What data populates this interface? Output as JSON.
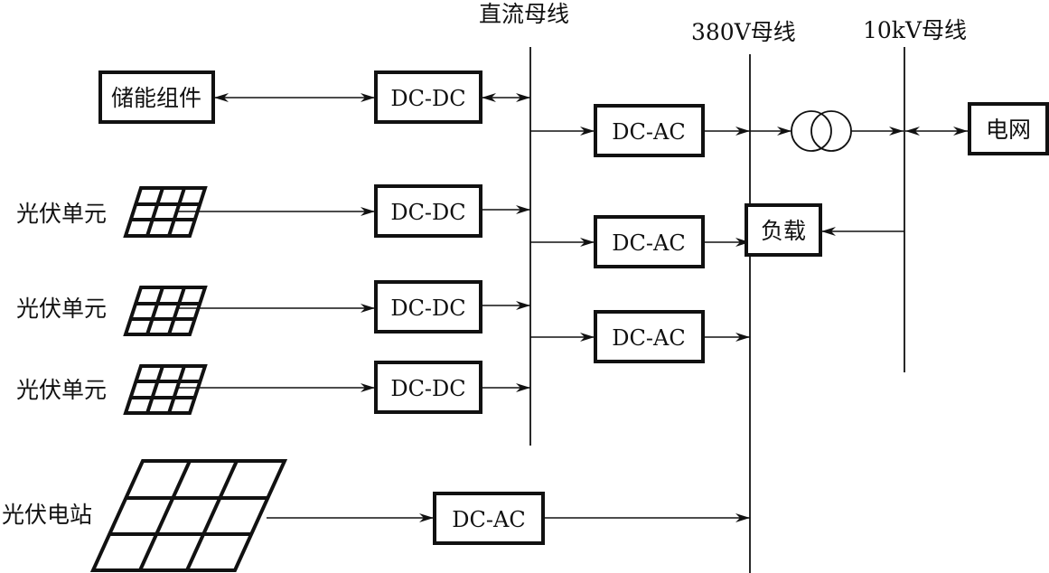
{
  "diagram": {
    "type": "power-system-block-diagram",
    "buses": {
      "dc": "直流母线",
      "ac380": "380V母线",
      "kv10": "10kV母线"
    },
    "storage": {
      "label": "储能组件",
      "converter": "DC-DC",
      "flow": "bidirectional"
    },
    "pv_units": [
      {
        "label": "光伏单元",
        "converter": "DC-DC"
      },
      {
        "label": "光伏单元",
        "converter": "DC-DC"
      },
      {
        "label": "光伏单元",
        "converter": "DC-DC"
      }
    ],
    "inverters": [
      "DC-AC",
      "DC-AC",
      "DC-AC"
    ],
    "pv_station": {
      "label": "光伏电站",
      "converter": "DC-AC"
    },
    "transformer": {
      "symbol": "transformer-icon"
    },
    "grid": {
      "label": "电网",
      "flow": "bidirectional"
    },
    "load": {
      "label": "负载"
    }
  }
}
